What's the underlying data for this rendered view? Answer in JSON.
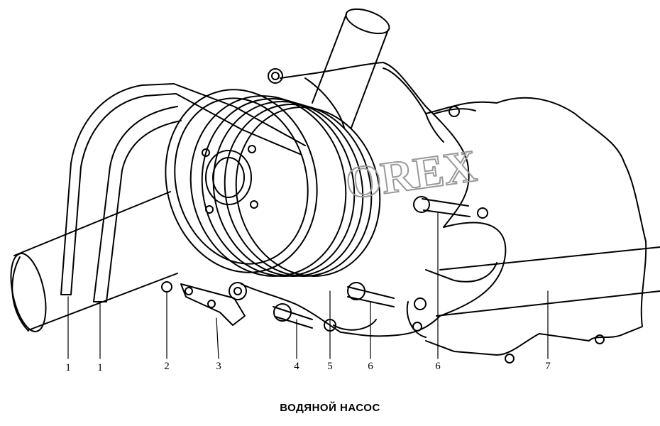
{
  "caption": "ВОДЯНОЙ НАСОС",
  "watermark": "OREX",
  "callouts": [
    {
      "label": "1",
      "part": "hose"
    },
    {
      "label": "1",
      "part": "hose"
    },
    {
      "label": "2",
      "part": "nut"
    },
    {
      "label": "3",
      "part": "bracket"
    },
    {
      "label": "4",
      "part": "bolt"
    },
    {
      "label": "5",
      "part": "water-pump"
    },
    {
      "label": "6",
      "part": "bolt"
    },
    {
      "label": "6",
      "part": "bolt"
    },
    {
      "label": "7",
      "part": "gasket"
    }
  ],
  "colors": {
    "line": "#000000",
    "background": "#ffffff",
    "watermark": "#9a9a9a"
  }
}
